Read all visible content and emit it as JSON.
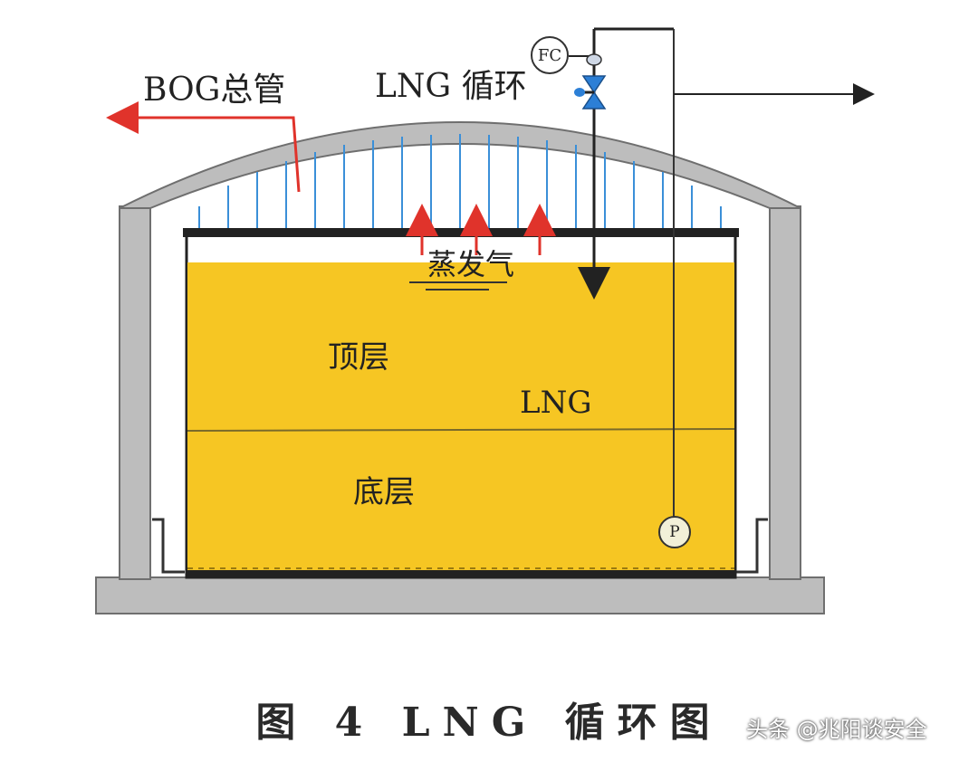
{
  "labels": {
    "bog_header": "BOG总管",
    "lng_circulation": "LNG 循环",
    "flow_controller": "FC",
    "boil_off_gas": "蒸发气",
    "top_layer": "顶层",
    "lng": "LNG",
    "bottom_layer": "底层",
    "pump": "P"
  },
  "caption": "图 4 LNG 循环图",
  "watermark": "头条 @兆阳谈安全",
  "colors": {
    "concrete": "#bdbdbd",
    "concrete_edge": "#6f6f6f",
    "lng_fill": "#f6c623",
    "vapor_lines": "#3a8fd8",
    "arrow_red": "#e0332b",
    "valve_blue": "#2c7fd6",
    "deck": "#222222"
  }
}
